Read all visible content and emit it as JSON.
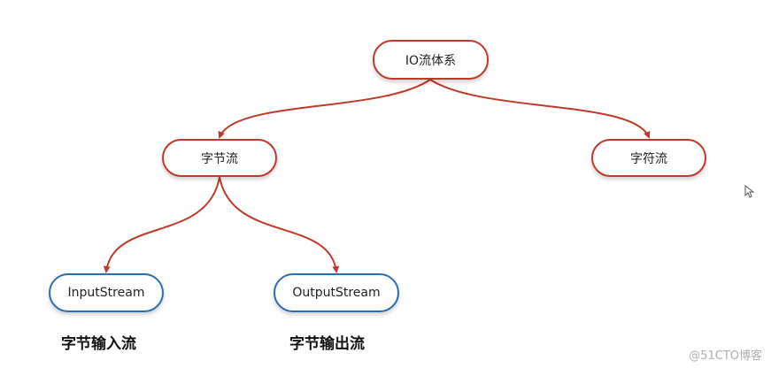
{
  "diagram": {
    "nodes": {
      "io": "IO流体系",
      "byte_stream": "字节流",
      "char_stream": "字符流",
      "input_stream": "InputStream",
      "output_stream": "OutputStream"
    },
    "captions": {
      "input": "字节输入流",
      "output": "字节输出流"
    },
    "colors": {
      "edge": "#c0392b",
      "node_red_border": "#c0392b",
      "node_blue_border": "#2a6fb0"
    }
  },
  "watermark": "@51CTO博客",
  "icons": {
    "cursor": "mouse-pointer-icon"
  }
}
